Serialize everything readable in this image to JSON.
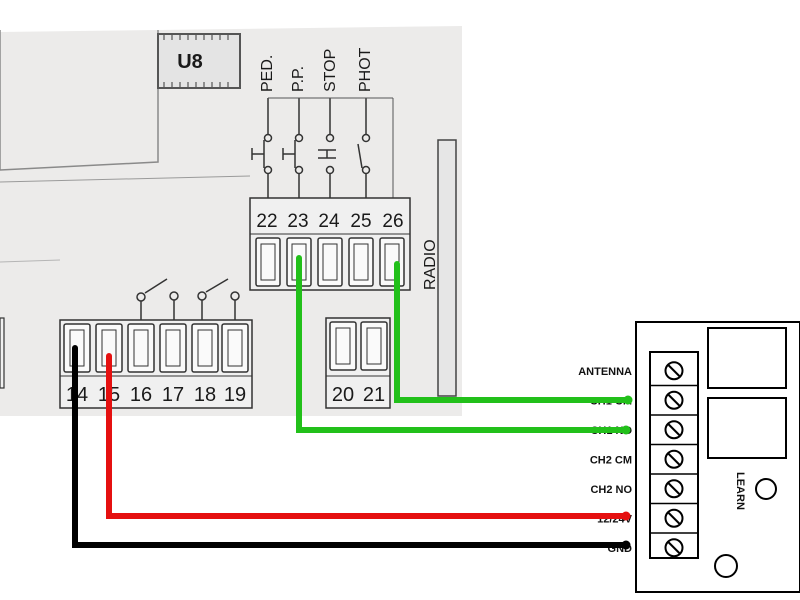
{
  "chip": {
    "label": "U8"
  },
  "inputs": [
    {
      "id": "ped",
      "label": "PED."
    },
    {
      "id": "pp",
      "label": "P.P."
    },
    {
      "id": "stop",
      "label": "STOP"
    },
    {
      "id": "phot",
      "label": "PHOT"
    }
  ],
  "top_terminals": [
    "22",
    "23",
    "24",
    "25",
    "26"
  ],
  "radio_label": "RADIO",
  "bottom_terminals_left": [
    "14",
    "15",
    "16",
    "17",
    "18",
    "19"
  ],
  "bottom_terminals_right": [
    "20",
    "21"
  ],
  "module": {
    "pins": [
      "ANTENNA",
      "CH1 CM",
      "CH1 NO",
      "CH2 CM",
      "CH2 NO",
      "12/24V",
      "GND"
    ],
    "learn_label": "LEARN"
  },
  "wire_colors": {
    "green": "#22c01a",
    "red": "#e51010",
    "black": "#000000"
  }
}
